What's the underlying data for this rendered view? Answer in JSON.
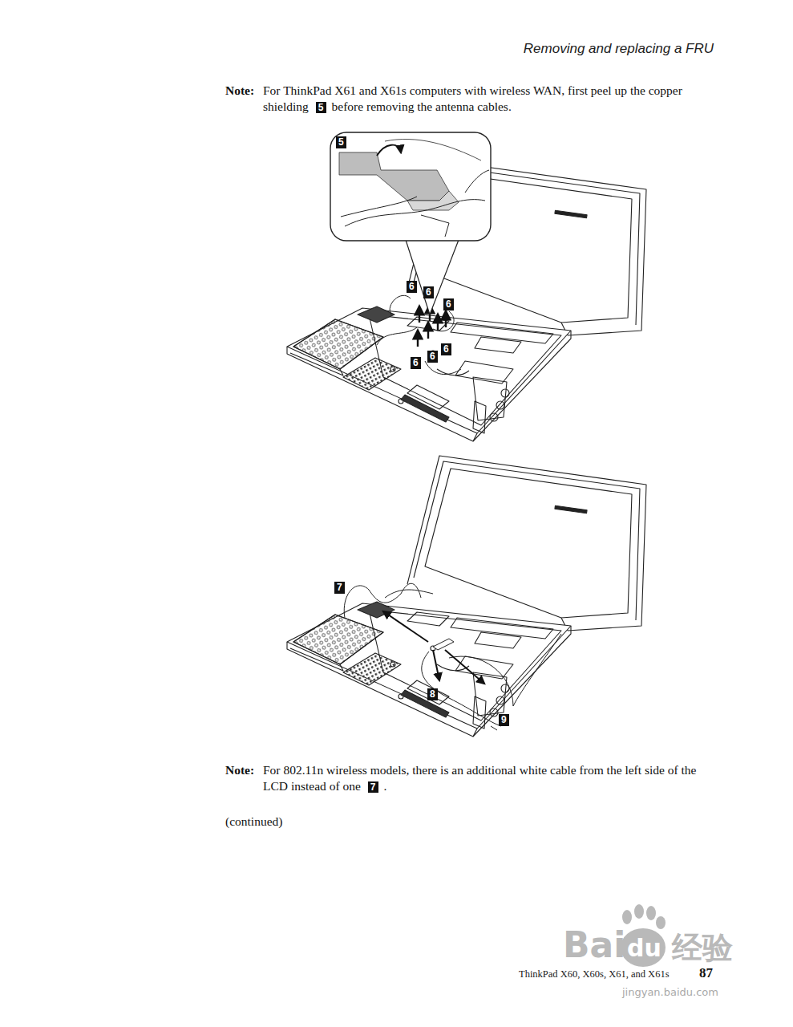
{
  "diagram": {
    "labels": [
      "Removing and replacing a FRU",
      "Note:",
      "For ThinkPad X61 and X61s computers with wireless WAN, first peel up the copper shielding",
      "5",
      "before removing the antenna cables.",
      "5",
      "6",
      "6",
      "6",
      "6",
      "6",
      "6",
      "7",
      "8",
      "9",
      "Note:",
      "For 802.11n wireless models, there is an additional white cable from the left side of the LCD instead of one",
      "7",
      ".",
      "(continued)",
      "ThinkPad X60, X60s, X61, and X61s",
      "87",
      "Bai",
      "du",
      "经验",
      "jingyan.baidu.com"
    ]
  }
}
